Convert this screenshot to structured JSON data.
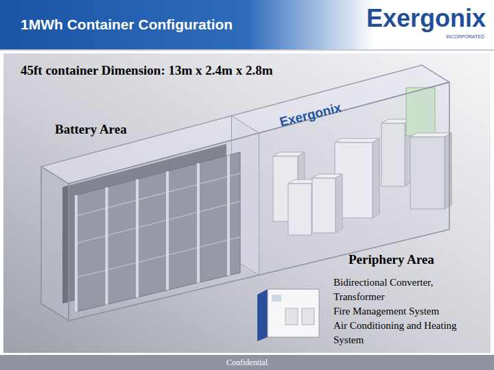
{
  "diagram": {
    "title": "1MWh Container Configuration",
    "nodes": [
      {
        "text": [
          "Confidential"
        ]
      }
    ],
    "labels": [
      "Exergonix",
      "INCORPORATED",
      "45ft container Dimension: 13m x 2.4m x 2.8m",
      "Battery Area",
      "Exergonix",
      "Periphery Area",
      "Bidirectional Converter, Transformer",
      "Fire Management System",
      "Air Conditioning and Heating System"
    ]
  }
}
